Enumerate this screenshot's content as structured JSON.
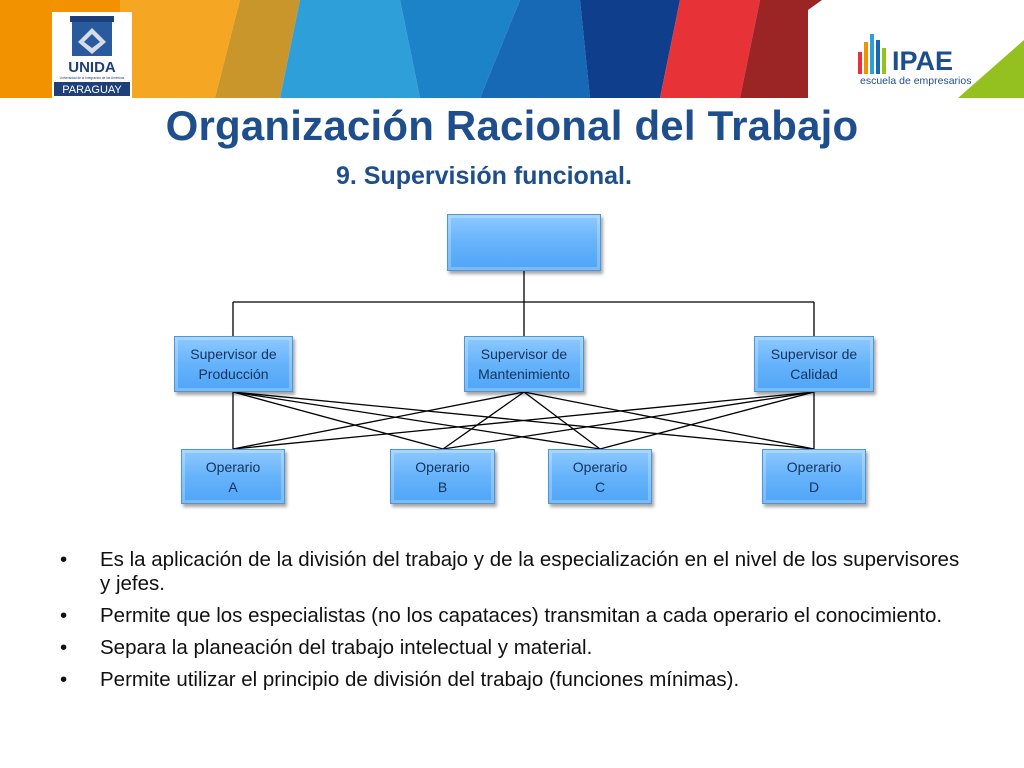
{
  "header": {
    "left_logo": {
      "name": "UNIDA",
      "country": "PARAGUAY",
      "motto": "Universidad de la Integración de las Américas"
    },
    "right_logo": {
      "name": "IPAE",
      "tagline": "escuela de empresarios"
    },
    "colors": [
      "#f39200",
      "#c8962a",
      "#2e9fd8",
      "#1769b5",
      "#0f3f8c",
      "#e73338",
      "#9b2424",
      "#94c11f"
    ]
  },
  "slide": {
    "title": "Organización Racional del Trabajo",
    "subtitle": "9. Supervisión funcional."
  },
  "diagram": {
    "top_box": "",
    "supervisors": [
      {
        "line1": "Supervisor de",
        "line2": "Producción"
      },
      {
        "line1": "Supervisor de",
        "line2": "Mantenimiento"
      },
      {
        "line1": "Supervisor de",
        "line2": "Calidad"
      }
    ],
    "operators": [
      {
        "line1": "Operario",
        "line2": "A"
      },
      {
        "line1": "Operario",
        "line2": "B"
      },
      {
        "line1": "Operario",
        "line2": "C"
      },
      {
        "line1": "Operario",
        "line2": "D"
      }
    ],
    "box_color": "#66b3fb"
  },
  "bullets": [
    "Es la aplicación de la división del trabajo y de la especialización en el nivel de los supervisores y jefes.",
    "Permite que los especialistas (no los capataces) transmitan a cada operario el conocimiento.",
    "Separa la planeación del trabajo intelectual y material.",
    "Permite utilizar el principio de división del trabajo (funciones mínimas)."
  ]
}
